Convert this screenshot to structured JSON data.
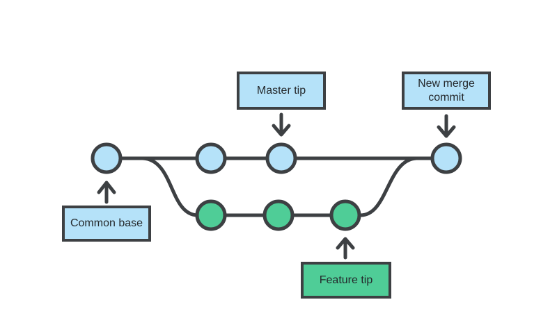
{
  "colors": {
    "background": "#ffffff",
    "stroke": "#3d4043",
    "master-fill": "#b5e2f9",
    "feature-fill": "#4fcd97",
    "text": "#24282b"
  },
  "labels": {
    "master_tip": "Master tip",
    "new_merge_commit": "New merge commit",
    "common_base": "Common base",
    "feature_tip": "Feature tip"
  },
  "diagram": {
    "kind": "git branch and merge graph",
    "master_commit_count": 4,
    "feature_commit_count": 3
  }
}
